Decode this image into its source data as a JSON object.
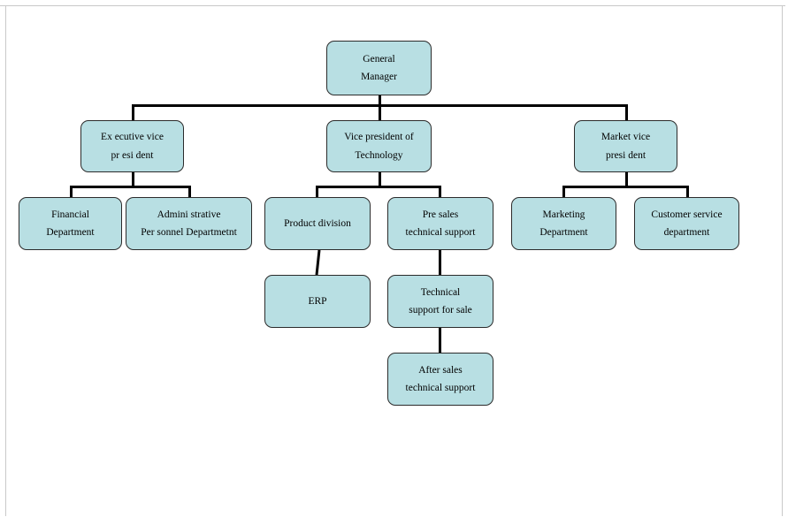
{
  "chart_type": "organization-chart",
  "theme": {
    "node_fill": "#b8dfe3",
    "node_border": "#2b2b2b",
    "connector": "#000000",
    "background": "#ffffff",
    "frame": "#c9c9c9"
  },
  "nodes": {
    "general_manager": "General\nManager",
    "executive_vp": "Ex ecutive vice\npr esi dent",
    "vp_technology": "Vice president of\nTechnology",
    "market_vp": "Market vice\npresi dent",
    "financial_department": "Financial\nDepartment",
    "admin_personnel_department": "Admini strative\nPer sonnel Departmetnt",
    "product_division": "Product division",
    "pre_sales_technical_support": "Pre sales\ntechnical support",
    "marketing_department": "Marketing\nDepartment",
    "customer_service_department": "Customer service\ndepartment",
    "erp": "ERP",
    "technical_support_for_sale": "Technical\nsupport for sale",
    "after_sales_technical_support": "After sales\ntechnical support"
  },
  "hierarchy": [
    {
      "node": "general_manager",
      "children": [
        {
          "node": "executive_vp",
          "children": [
            {
              "node": "financial_department",
              "children": []
            },
            {
              "node": "admin_personnel_department",
              "children": []
            }
          ]
        },
        {
          "node": "vp_technology",
          "children": [
            {
              "node": "product_division",
              "children": [
                {
                  "node": "erp",
                  "children": []
                }
              ]
            },
            {
              "node": "pre_sales_technical_support",
              "children": [
                {
                  "node": "technical_support_for_sale",
                  "children": [
                    {
                      "node": "after_sales_technical_support",
                      "children": []
                    }
                  ]
                }
              ]
            }
          ]
        },
        {
          "node": "market_vp",
          "children": [
            {
              "node": "marketing_department",
              "children": []
            },
            {
              "node": "customer_service_department",
              "children": []
            }
          ]
        }
      ]
    }
  ]
}
